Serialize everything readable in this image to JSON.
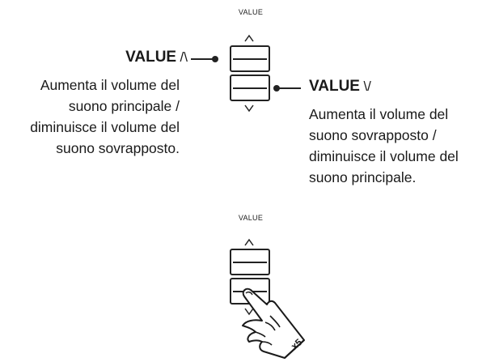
{
  "top_panel": {
    "caption": "VALUE",
    "up_chevron": "^",
    "down_chevron": "v"
  },
  "left_callout": {
    "label": "VALUE",
    "label_symbol": "/\\",
    "description": "Aumenta il volume del suono principale / diminuisce il volume del suono sovrapposto."
  },
  "right_callout": {
    "label": "VALUE",
    "label_symbol": "\\/",
    "description": "Aumenta il volume del suono sovrapposto / diminuisce il volume del suono principale."
  },
  "bottom_panel": {
    "caption": "VALUE",
    "up_chevron": "^",
    "down_chevron": "v",
    "press_count": "x5"
  }
}
